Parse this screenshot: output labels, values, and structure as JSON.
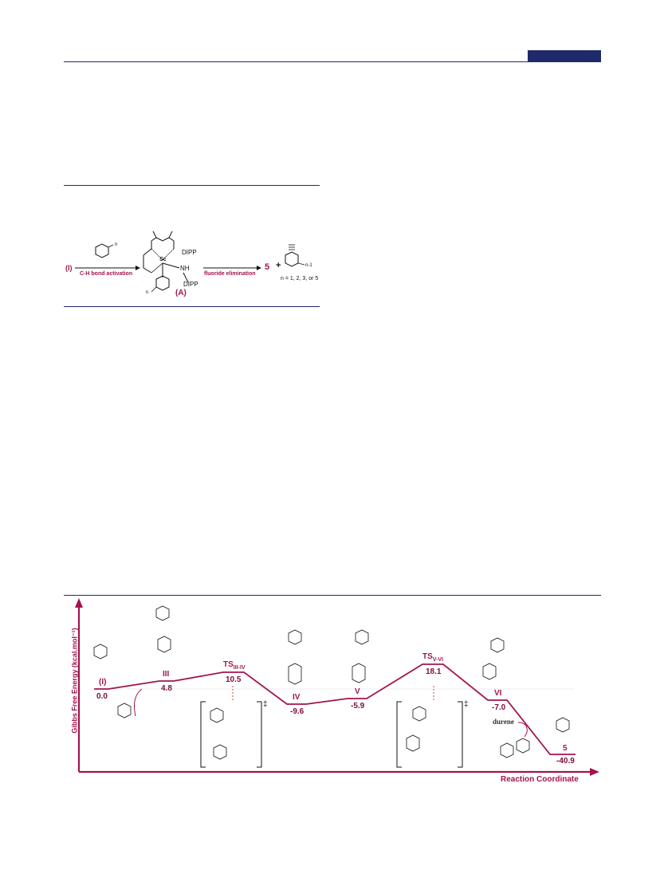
{
  "scheme": {
    "start_label": "(I)",
    "step1_label": "C-H bond activation",
    "reagent_sub": "n",
    "intermediate_label": "(A)",
    "intermediate_sub": "n",
    "ligand_dipp_1": "DIPP",
    "ligand_dipp_2": "DIPP",
    "nh_label": "NH",
    "metal": "Sc",
    "step2_label": "fluoride elimination",
    "product_number": "5",
    "plus": "+",
    "product_sub": "n-1",
    "n_values": "n = 1, 2, 3, or 5"
  },
  "diagram": {
    "y_axis_label": "Gibbs Free Energy (kcal.mol⁻¹)",
    "x_axis_label": "Reaction Coordinate",
    "side_reagent": "durene",
    "ts_marker": "‡",
    "species": [
      {
        "id": "(I)",
        "energy": "0.0"
      },
      {
        "id": "III",
        "energy": "4.8"
      },
      {
        "id": "TS",
        "sub": "III-IV",
        "energy": "10.5"
      },
      {
        "id": "IV",
        "energy": "-9.6"
      },
      {
        "id": "V",
        "energy": "-5.9"
      },
      {
        "id": "TS",
        "sub": "V-VI",
        "energy": "18.1"
      },
      {
        "id": "VI",
        "energy": "-7.0"
      },
      {
        "id": "5",
        "energy": "-40.9"
      }
    ]
  },
  "colors": {
    "accent": "#a3144f",
    "rule": "#1f2a6b"
  }
}
